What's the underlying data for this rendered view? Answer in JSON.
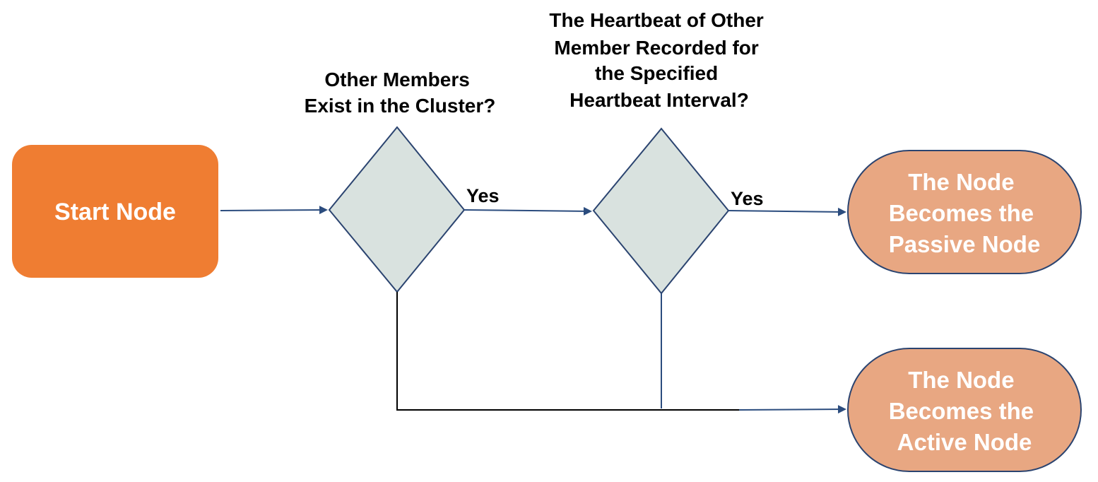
{
  "diagram": {
    "colors": {
      "start_fill": "#ef7d32",
      "outcome_fill": "#e8a782",
      "outcome_stroke": "#2b4470",
      "decision_fill": "#d9e2df",
      "decision_stroke": "#2b4470",
      "arrow": "#2b4c7e",
      "line_black": "#000000"
    },
    "start_node": {
      "label": "Start Node"
    },
    "decision_1": {
      "question_lines": [
        "Other Members",
        "Exist in the Cluster?"
      ],
      "yes_label": "Yes"
    },
    "decision_2": {
      "question_lines": [
        "The Heartbeat of Other",
        "Member Recorded for",
        "the Specified",
        "Heartbeat Interval?"
      ],
      "yes_label": "Yes"
    },
    "passive_outcome": {
      "label_lines": [
        "The Node",
        "Becomes the",
        "Passive Node"
      ]
    },
    "active_outcome": {
      "label_lines": [
        "The Node",
        "Becomes the",
        "Active Node"
      ]
    }
  }
}
